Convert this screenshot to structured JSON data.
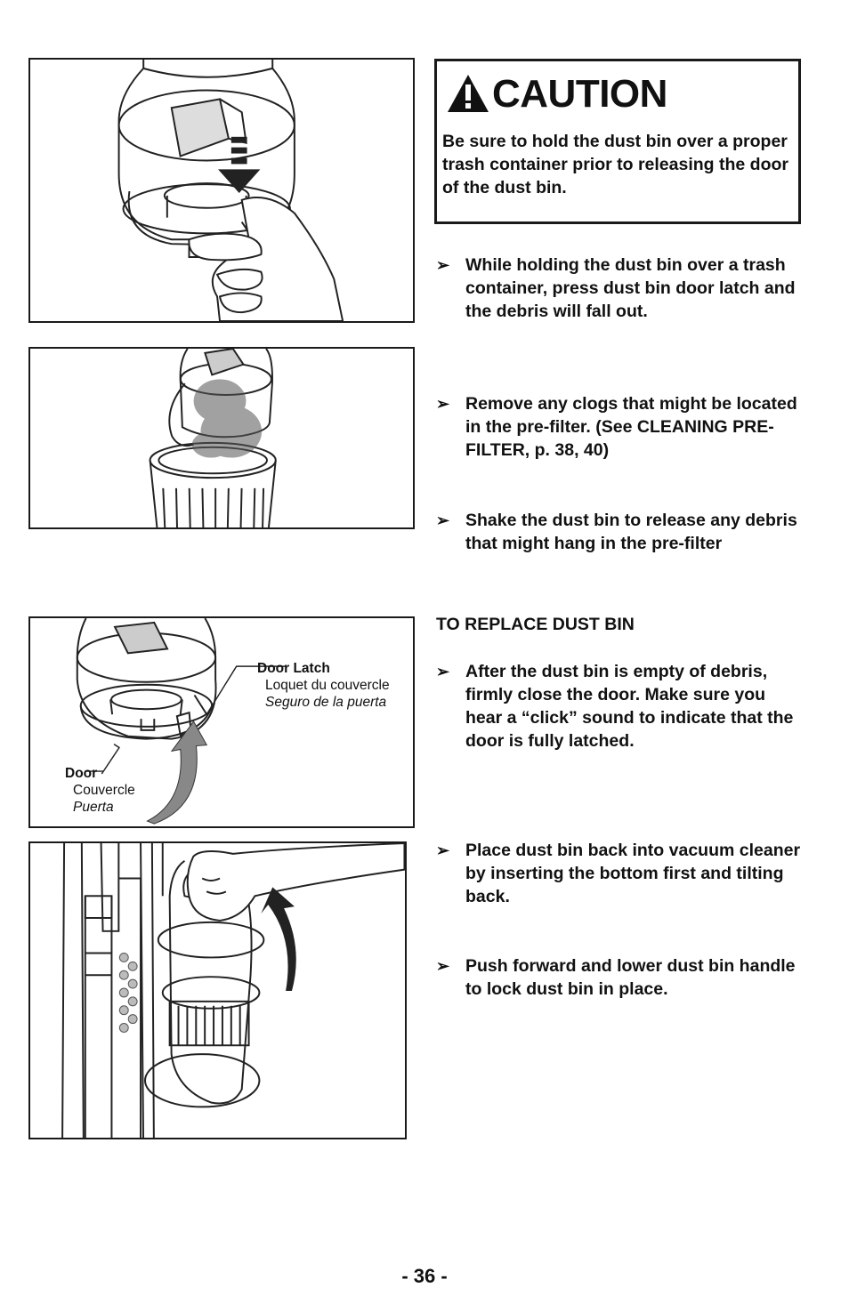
{
  "caution": {
    "icon": "warning-triangle-icon",
    "title": "CAUTION",
    "text": "Be sure to hold the dust bin over a proper trash container prior to releasing the door of the dust bin."
  },
  "bullet_glyph": "➢",
  "steps": [
    "While holding the dust bin over a trash container, press dust bin door latch and the debris will fall out.",
    "Remove any clogs that might be located in the pre-filter.  (See CLEANING PRE-FILTER, p. 38, 40)",
    "Shake the dust bin to release any debris that might hang in the pre-filter",
    "After the dust bin is empty of debris, firmly close the door. Make sure you hear a “click” sound to indicate that the door is fully latched.",
    "Place dust bin back into vacuum cleaner by inserting the bottom first and tilting back.",
    "Push forward and lower dust bin handle to lock dust bin in place."
  ],
  "replace_heading": "TO REPLACE DUST BIN",
  "figure3_callouts": {
    "door_latch": {
      "en": "Door Latch",
      "fr": "Loquet du couvercle",
      "es": "Seguro de la puerta"
    },
    "door": {
      "en": "Door",
      "fr": "Couvercle",
      "es": "Puerta"
    }
  },
  "page_number": "- 36 -"
}
